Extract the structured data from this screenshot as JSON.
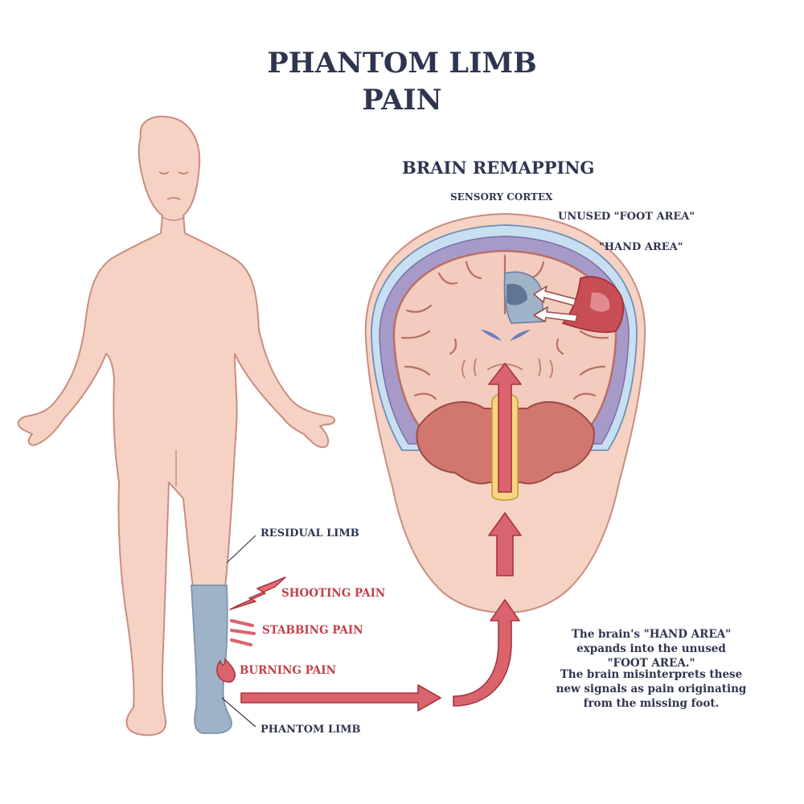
{
  "title_line1": "PHANTOM LIMB",
  "title_line2": "PAIN",
  "section_title": "BRAIN REMAPPING",
  "labels": {
    "sensory_cortex": "SENSORY CORTEX",
    "unused_foot_area": "UNUSED \"FOOT AREA\"",
    "hand_area": "\"HAND AREA\"",
    "residual_limb": "RESIDUAL LIMB",
    "phantom_limb": "PHANTOM LIMB"
  },
  "pain_types": {
    "shooting": "SHOOTING PAIN",
    "stabbing": "STABBING PAIN",
    "burning": "BURNING PAIN"
  },
  "notes": {
    "expansion": "The brain's \"HAND AREA\" expands into the unused \"FOOT AREA.\"",
    "misinterpretation": "The brain misinterprets these new signals as pain originating from the missing foot."
  },
  "colors": {
    "skin": "#f6d2c4",
    "skin_outline": "#c98d80",
    "phantom": "#9fb3c8",
    "arrow_red": "#d9646e",
    "cortex_purple": "#a79ac9",
    "text_navy": "#2f3550",
    "pain_red": "#c0404a"
  }
}
